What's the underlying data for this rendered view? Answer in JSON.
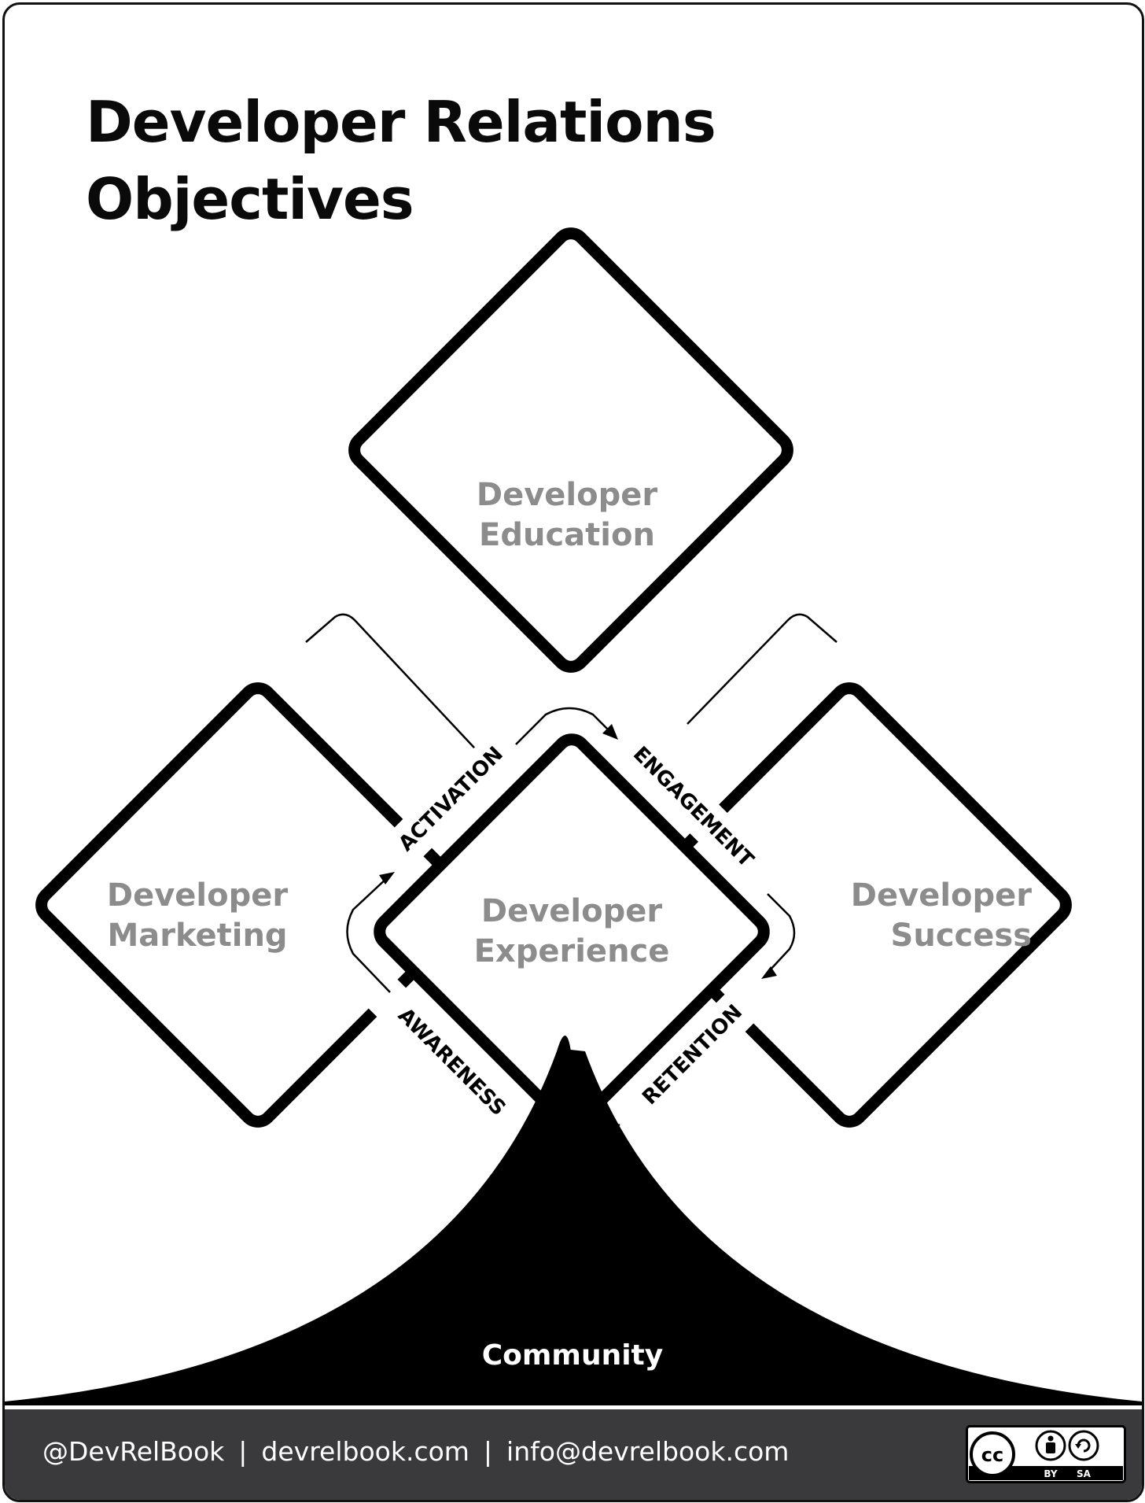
{
  "title_lines": [
    "Developer Relations",
    "Objectives"
  ],
  "areas": {
    "education": [
      "Developer",
      "Education"
    ],
    "marketing": [
      "Developer",
      "Marketing"
    ],
    "experience": [
      "Developer",
      "Experience"
    ],
    "success": [
      "Developer",
      "Success"
    ]
  },
  "stages": {
    "activation": "ACTIVATION",
    "engagement": "ENGAGEMENT",
    "retention": "RETENTION",
    "awareness": "AWARENESS"
  },
  "community": "Community",
  "footer": {
    "handle": "@DevRelBook",
    "site": "devrelbook.com",
    "email": "info@devrelbook.com",
    "separator": "|"
  },
  "license": {
    "cc": "cc",
    "by": "BY",
    "sa": "SA"
  },
  "colors": {
    "ink": "#000000",
    "area_label": "#8c8c8c",
    "footer_bg": "#3a3a3c"
  }
}
